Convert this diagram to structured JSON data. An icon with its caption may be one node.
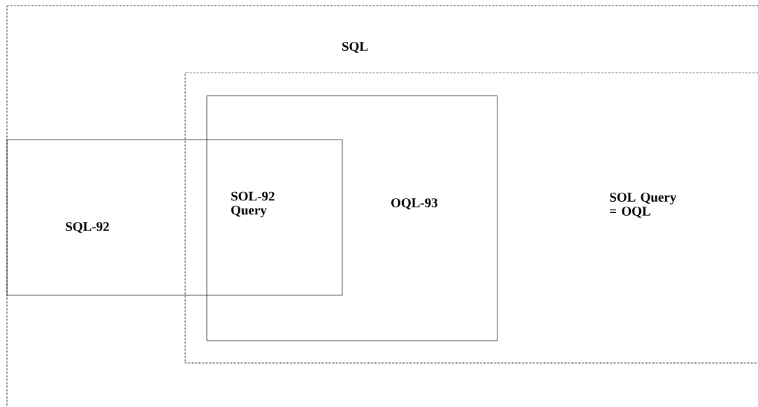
{
  "diagram": {
    "nodes": [
      {
        "text": [
          "SQL"
        ]
      },
      {
        "text": [
          "SOL Query = OQL"
        ],
        "in": 0
      },
      {
        "text": [
          "OQL-93"
        ],
        "in": 1
      },
      {
        "text": [
          "SQL-92"
        ],
        "in": 0
      }
    ],
    "labels": [
      "SOL-92 Query"
    ]
  }
}
